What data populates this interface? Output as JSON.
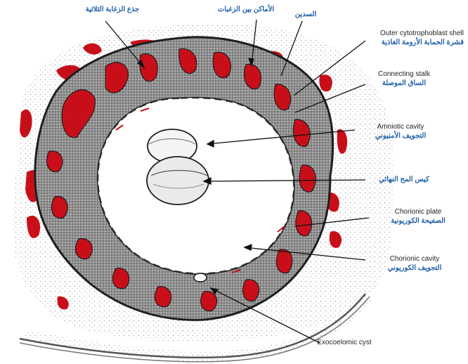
{
  "colors": {
    "blood": "#c80f19",
    "villus_fill": "#8a8a8a",
    "villus_outline": "#1e1e1e",
    "stipple": "#9a9a9a",
    "arabic_text": "#1f5fa8",
    "english_text": "#222222",
    "pointer": "#111111"
  },
  "labels": {
    "stem_villi_ar": "جذع الزغابة الثلاثية",
    "intervillous_ar": "الأماكن بين الزغبات",
    "decidua_ar": "السدين",
    "outer_shell_en": "Outer cytotrophoblast shell",
    "outer_shell_ar": "قشرة الحمابة الأرومة الغاذية",
    "connecting_stalk_en": "Connecting stalk",
    "connecting_stalk_ar": "الساق الموصلة",
    "amniotic_cavity_en": "Amniotic cavity",
    "amniotic_cavity_ar": "التجويف الأمنيوني",
    "yolk_sac_ar": "كيس المح النهائي",
    "chorionic_plate_en": "Chorionic plate",
    "chorionic_plate_ar": "الصفيحة الكوريونية",
    "chorionic_cavity_en": "Chorionic cavity",
    "chorionic_cavity_ar": "التجويف الكوريوني",
    "exocoelomic_cyst_en": "Exocoelomic cyst"
  }
}
